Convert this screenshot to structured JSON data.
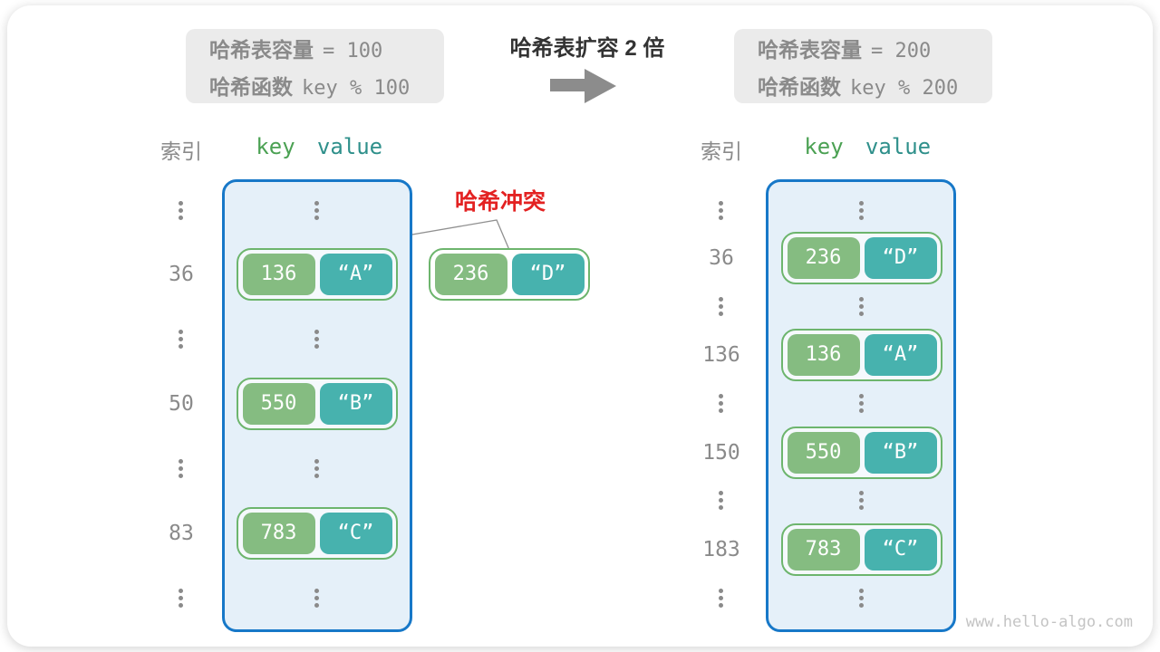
{
  "transition": {
    "title": "哈希表扩容 2 倍",
    "arrow_icon": "right-arrow"
  },
  "collision_label": "哈希冲突",
  "watermark": "www.hello-algo.com",
  "colors": {
    "key_green": "#85bc81",
    "value_teal": "#47b2ae",
    "pair_border_green": "#6db56d",
    "table_border_blue": "#1778c8",
    "table_bg_blue": "#e5f0f9",
    "collision_red": "#e32222",
    "gray_text": "#8a8a8a",
    "header_key_green": "#4ba153",
    "header_value_teal": "#2f908b",
    "arrow_gray": "#8c8c8c",
    "infobox_bg": "#ebebeb"
  },
  "left": {
    "info": {
      "cap_label": "哈希表容量",
      "cap_value": "= 100",
      "fn_label": "哈希函数",
      "fn_value": "key % 100"
    },
    "headers": {
      "index": "索引",
      "key": "key",
      "value": "value"
    },
    "entries": [
      {
        "index": "36",
        "key": "136",
        "value": "“A”"
      },
      {
        "index": "50",
        "key": "550",
        "value": "“B”"
      },
      {
        "index": "83",
        "key": "783",
        "value": "“C”"
      }
    ]
  },
  "collision_pair": {
    "key": "236",
    "value": "“D”"
  },
  "right": {
    "info": {
      "cap_label": "哈希表容量",
      "cap_value": "= 200",
      "fn_label": "哈希函数",
      "fn_value": "key % 200"
    },
    "headers": {
      "index": "索引",
      "key": "key",
      "value": "value"
    },
    "entries": [
      {
        "index": "36",
        "key": "236",
        "value": "“D”"
      },
      {
        "index": "136",
        "key": "136",
        "value": "“A”"
      },
      {
        "index": "150",
        "key": "550",
        "value": "“B”"
      },
      {
        "index": "183",
        "key": "783",
        "value": "“C”"
      }
    ]
  }
}
